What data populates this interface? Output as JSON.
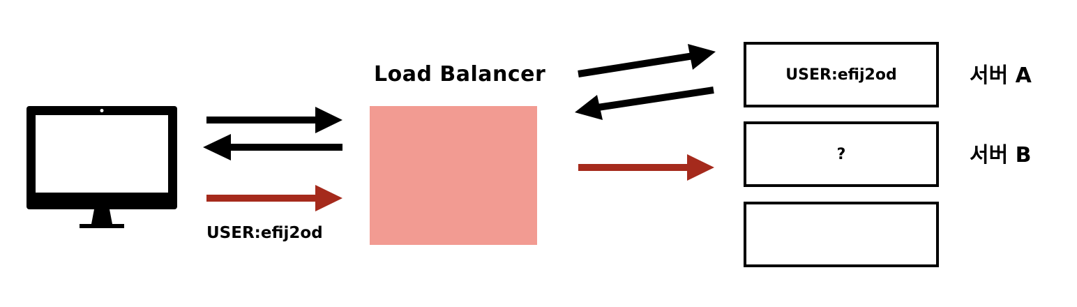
{
  "load_balancer": {
    "title": "Load Balancer",
    "fill_color": "#F29B92"
  },
  "client": {
    "icon": "computer-monitor-icon",
    "request_label": "USER:efij2od"
  },
  "servers": [
    {
      "name": "서버 A",
      "content": "USER:efij2od"
    },
    {
      "name": "서버 B",
      "content": "?"
    },
    {
      "name": "",
      "content": ""
    }
  ],
  "colors": {
    "arrow_default": "#000000",
    "arrow_highlight": "#A52A1C",
    "box_border": "#000000"
  }
}
